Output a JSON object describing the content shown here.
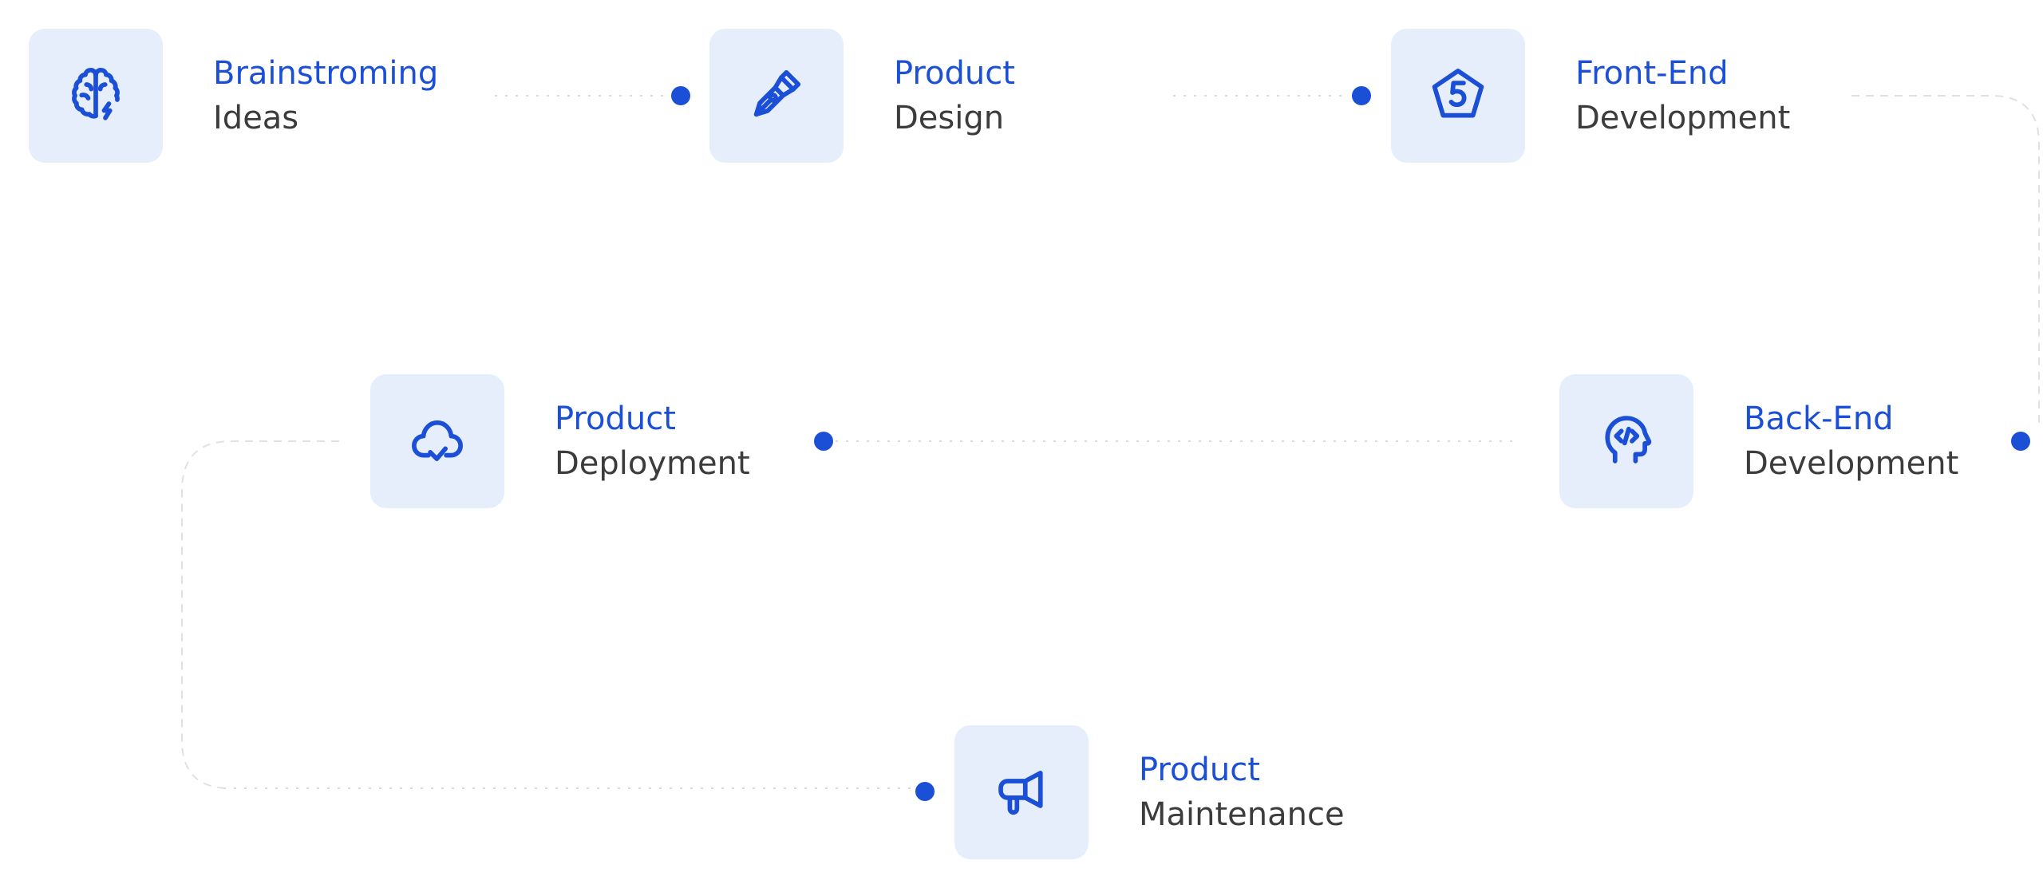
{
  "steps": [
    {
      "id": "brainstorming",
      "title": "Brainstroming",
      "subtitle": "Ideas",
      "icon": "brain-icon"
    },
    {
      "id": "design",
      "title": "Product",
      "subtitle": "Design",
      "icon": "pen-nib-icon"
    },
    {
      "id": "frontend",
      "title": "Front-End",
      "subtitle": "Development",
      "icon": "html5-icon"
    },
    {
      "id": "backend",
      "title": "Back-End",
      "subtitle": "Development",
      "icon": "head-code-icon"
    },
    {
      "id": "deployment",
      "title": "Product",
      "subtitle": "Deployment",
      "icon": "cloud-check-icon"
    },
    {
      "id": "maintenance",
      "title": "Product",
      "subtitle": "Maintenance",
      "icon": "megaphone-icon"
    }
  ],
  "colors": {
    "accent": "#1a4fd6",
    "tile_background": "#e7eefb",
    "subtitle_text": "#3c3c3c",
    "connector": "#d4d9e2"
  }
}
